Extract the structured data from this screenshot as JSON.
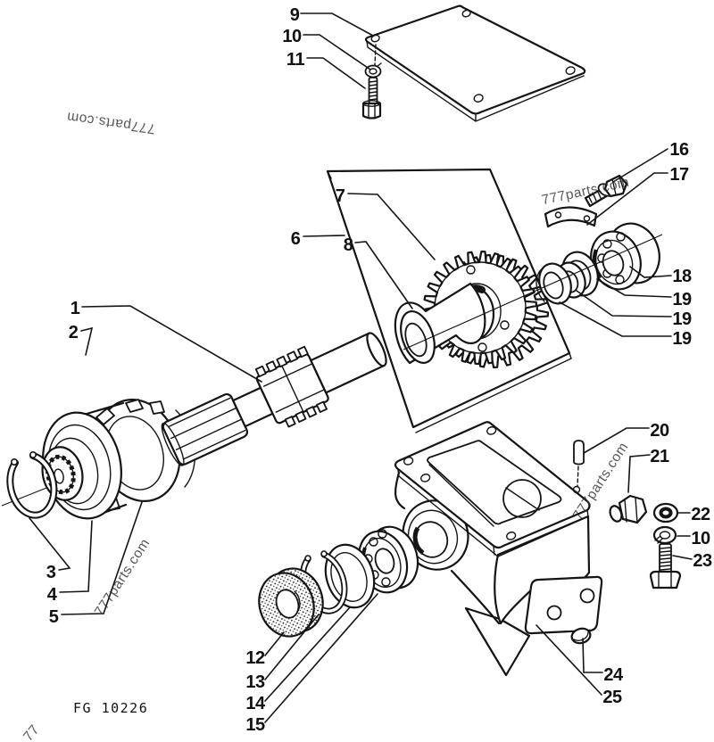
{
  "figure": {
    "code": "FG 10226"
  },
  "watermark": {
    "text": "777parts.com",
    "partial": "77"
  },
  "callouts": {
    "n1": "1",
    "n2": "2",
    "n3": "3",
    "n4": "4",
    "n5": "5",
    "n6": "6",
    "n7": "7",
    "n8": "8",
    "n9": "9",
    "n10_top": "10",
    "n11": "11",
    "n12": "12",
    "n13": "13",
    "n14": "14",
    "n15": "15",
    "n16": "16",
    "n17": "17",
    "n18": "18",
    "n19_a": "19",
    "n19_b": "19",
    "n19_c": "19",
    "n20": "20",
    "n21": "21",
    "n22": "22",
    "n10_right": "10",
    "n23": "23",
    "n24": "24",
    "n25": "25"
  }
}
